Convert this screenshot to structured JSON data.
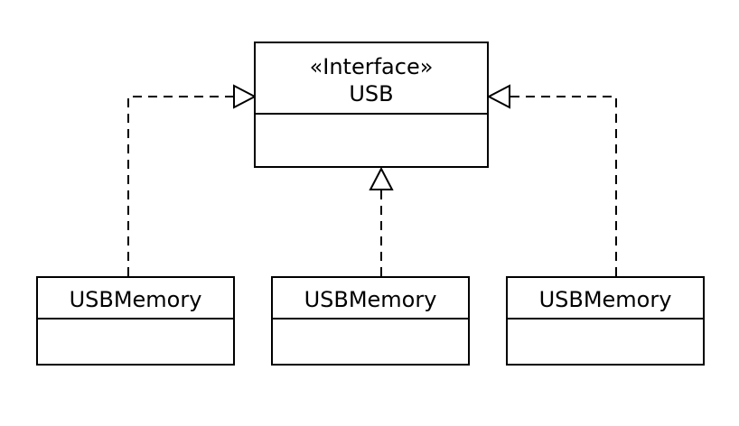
{
  "interface": {
    "stereotype": "«Interface»",
    "name": "USB"
  },
  "implementations": [
    {
      "name": "USBMemory"
    },
    {
      "name": "USBMemory"
    },
    {
      "name": "USBMemory"
    }
  ],
  "relationship": "realization"
}
